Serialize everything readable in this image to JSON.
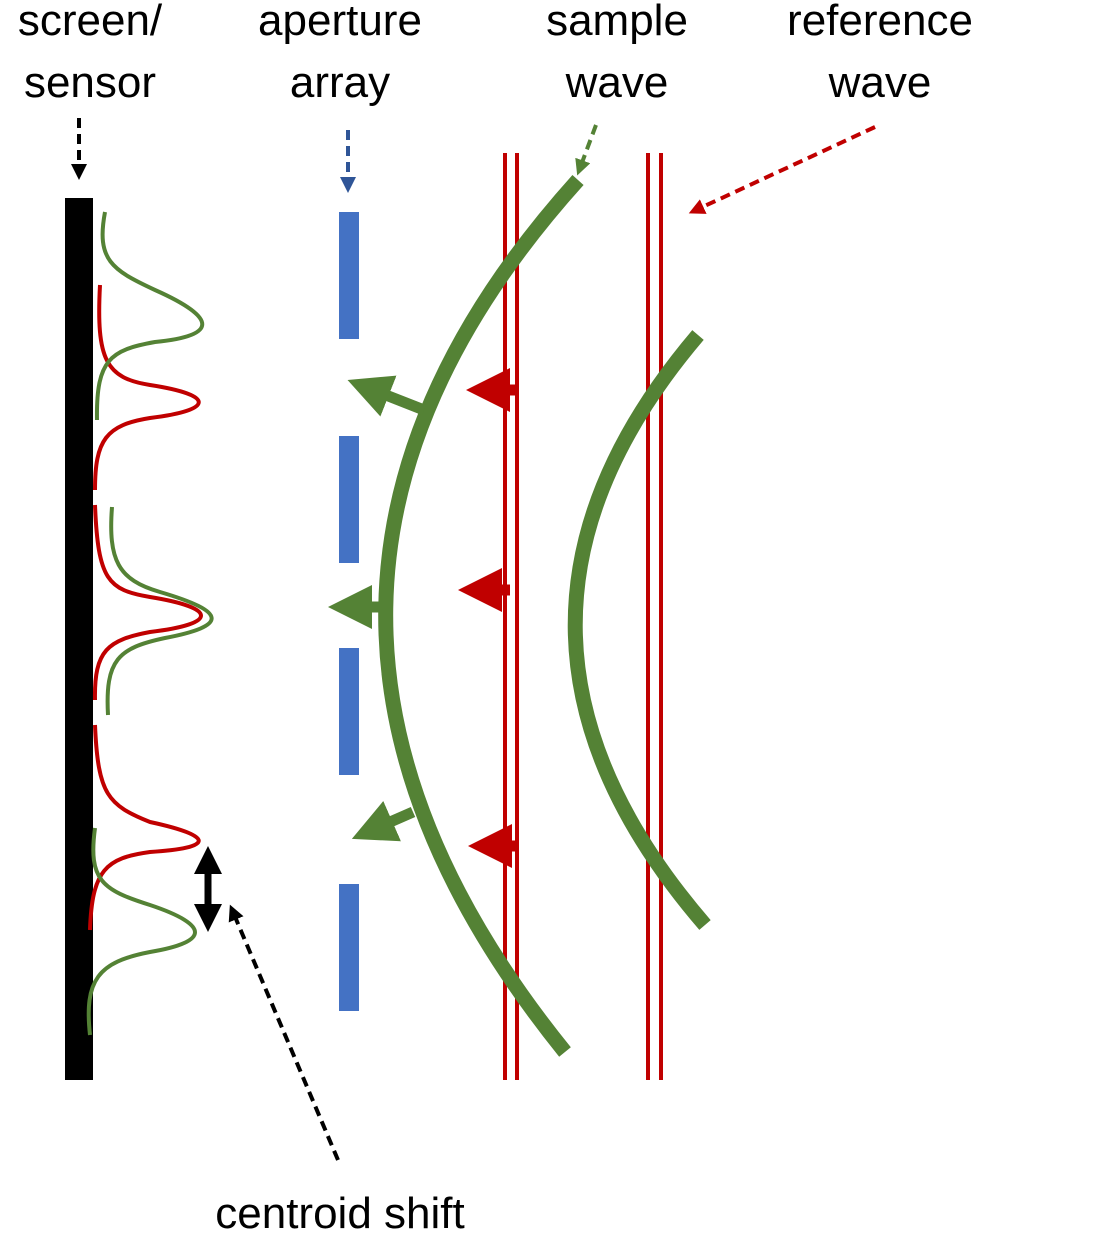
{
  "labels": {
    "screen_line1": "screen/",
    "screen_line2": "sensor",
    "aperture_line1": "aperture",
    "aperture_line2": "array",
    "sample_line1": "sample",
    "sample_line2": "wave",
    "reference_line1": "reference",
    "reference_line2": "wave",
    "centroid": "centroid shift"
  },
  "colors": {
    "sample": "#548235",
    "reference": "#C00000",
    "aperture": "#4472C4",
    "screen": "#000000"
  }
}
